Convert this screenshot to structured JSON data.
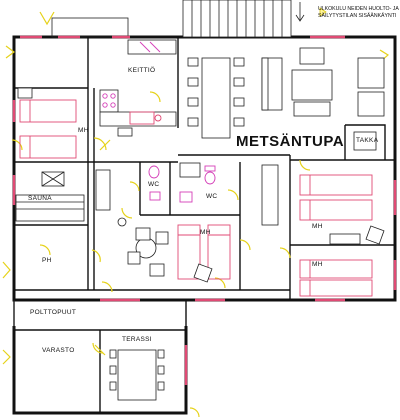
{
  "plan": {
    "building_name": "METSÄNTUPA",
    "note_line1": "ULKOKULU NEIDEN HUOLTO- JA",
    "note_line2": "SÄILYTYSTILAN SISÄÄNKÄYNTI",
    "rooms": {
      "kitchen": "KEITTIÖ",
      "bedroom_left": "MH",
      "sauna": "SAUNA",
      "wash": "PH",
      "wc_left": "WC",
      "wc_right": "WC",
      "bedroom_center": "MH",
      "fireplace": "TAKKA",
      "bedroom_right_top": "MH",
      "bedroom_right_bottom": "MH",
      "woodshed": "POLTTOPUUT",
      "storage": "VARASTO",
      "terrace": "TERASSI"
    }
  }
}
